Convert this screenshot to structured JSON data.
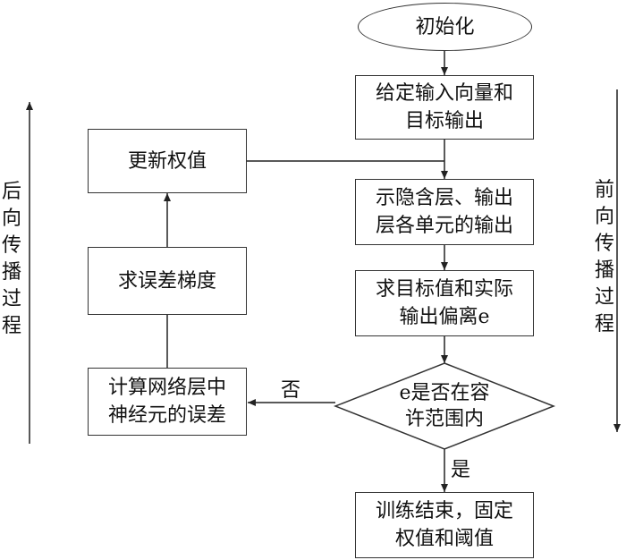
{
  "nodes": {
    "init": "初始化",
    "given": "给定输入向量和\n目标输出",
    "hidden": "示隐含层、输出\n层各单元的输出",
    "deviation": "求目标值和实际\n输出偏离e",
    "decision": "e是否在容\n许范围内",
    "end": "训练结束，固定\n权值和阈值",
    "update": "更新权值",
    "gradient": "求误差梯度",
    "compute": "计算网络层中\n神经元的误差"
  },
  "labels": {
    "no": "否",
    "yes": "是"
  },
  "side": {
    "backward": "后向传播过程",
    "forward": "前向传播过程"
  }
}
